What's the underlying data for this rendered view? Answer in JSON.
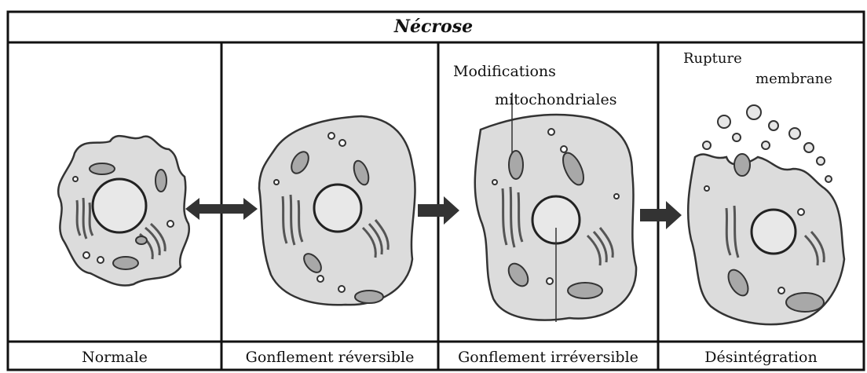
{
  "title": "Nécrose",
  "stages": [
    {
      "label": "Normale"
    },
    {
      "label": "Gonflement réversible"
    },
    {
      "label": "Gonflement irréversible"
    },
    {
      "label": "Désintégration"
    }
  ],
  "annotations": {
    "modifications": "Modifications",
    "mitochondriales": "mitochondriales",
    "rupture": "Rupture",
    "membrane": "membrane"
  },
  "colors": {
    "line": "#111111",
    "cytoplasm": "#dcdcdc",
    "nucleus": "#e6e6e6",
    "organelle": "#9a9a9a"
  }
}
